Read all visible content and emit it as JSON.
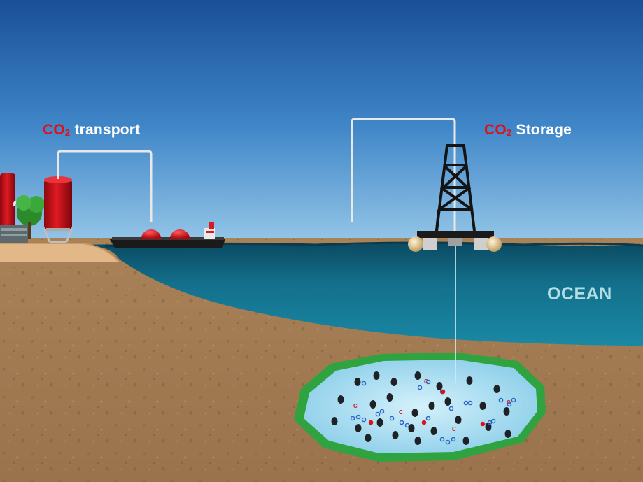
{
  "labels": {
    "transport": {
      "prefix": "CO",
      "subscript": "2",
      "text": "transport"
    },
    "storage": {
      "prefix": "CO",
      "subscript": "2",
      "text": "Storage"
    },
    "ocean": "OCEAN"
  },
  "molecule_letters": {
    "carbon": "C"
  },
  "colors": {
    "sky_top": "#1f5fa8",
    "sky_bottom": "#8cc3e6",
    "ocean": "#16708a",
    "ocean_deep": "#0d4f66",
    "ground": "#a57c54",
    "sand": "#e2b888",
    "reservoir_rim": "#2fa33f",
    "reservoir_fluid": "#a8dcef",
    "co2_red": "#e0101a",
    "tank_red": "#c8101a",
    "rig_black": "#1a1a1a"
  }
}
